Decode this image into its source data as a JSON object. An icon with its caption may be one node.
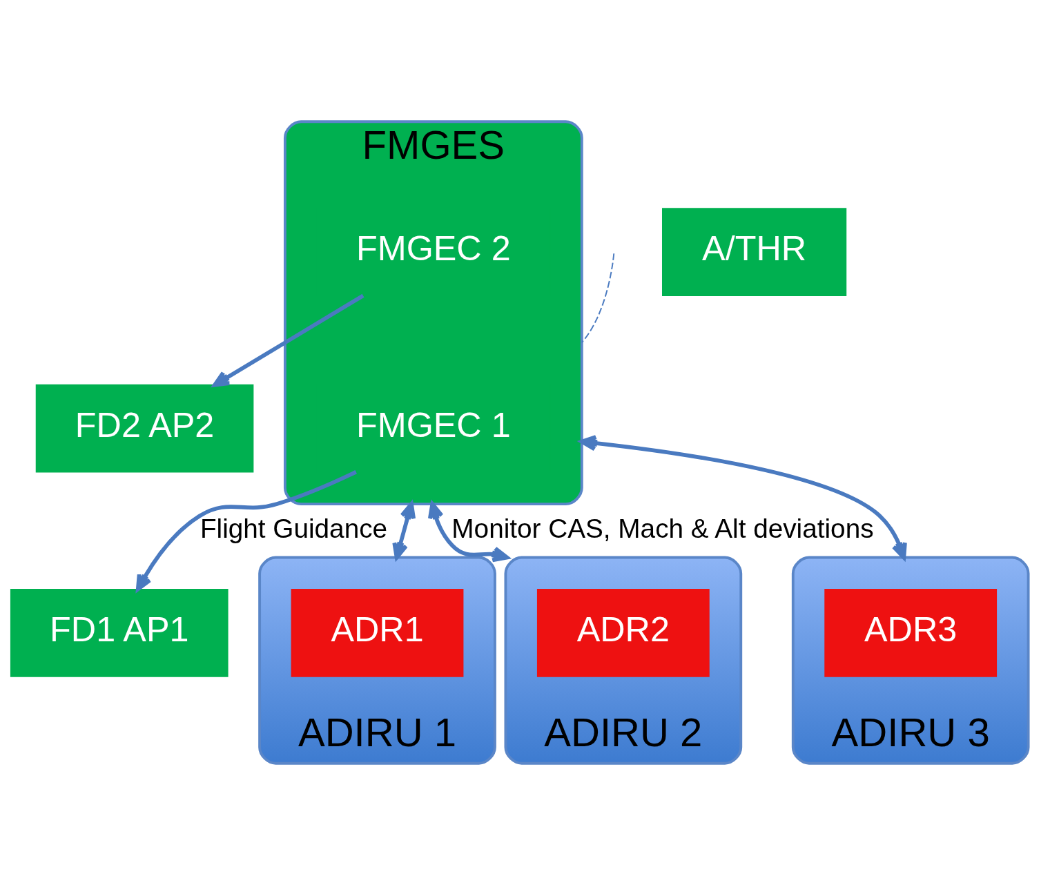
{
  "diagram": {
    "nodes": [
      {
        "text": [
          "FMGES"
        ]
      },
      {
        "text": [
          "FMGEC 1"
        ],
        "in": 0
      },
      {
        "text": [
          "FMGEC 2"
        ],
        "in": 0
      },
      {
        "text": [
          "FD1 AP1"
        ]
      },
      {
        "text": [
          "A/THR"
        ]
      },
      {
        "text": [
          "FD2 AP2"
        ]
      },
      {
        "text": [
          "ADIRU 1"
        ]
      },
      {
        "text": [
          "ADR1"
        ],
        "in": 6
      },
      {
        "text": [
          "ADIRU 2"
        ]
      },
      {
        "text": [
          "ADR2"
        ],
        "in": 8
      },
      {
        "text": [
          "ADIRU 3"
        ]
      },
      {
        "text": [
          "ADR3"
        ],
        "in": 10
      }
    ],
    "edges": [
      {
        "from": 1,
        "to": 3,
        "arrow": "to",
        "label": "Flight Guidance"
      },
      {
        "from": 2,
        "to": 5,
        "arrow": "to"
      },
      {
        "from": 0,
        "to": 6,
        "arrow": "both"
      },
      {
        "from": 0,
        "to": 8,
        "arrow": "both",
        "label": "Monitor CAS, Mach & Alt deviations"
      },
      {
        "from": 0,
        "to": 10,
        "arrow": "both"
      },
      {
        "from": null,
        "to": 0,
        "arrow": "none",
        "style": "dashed"
      }
    ]
  }
}
